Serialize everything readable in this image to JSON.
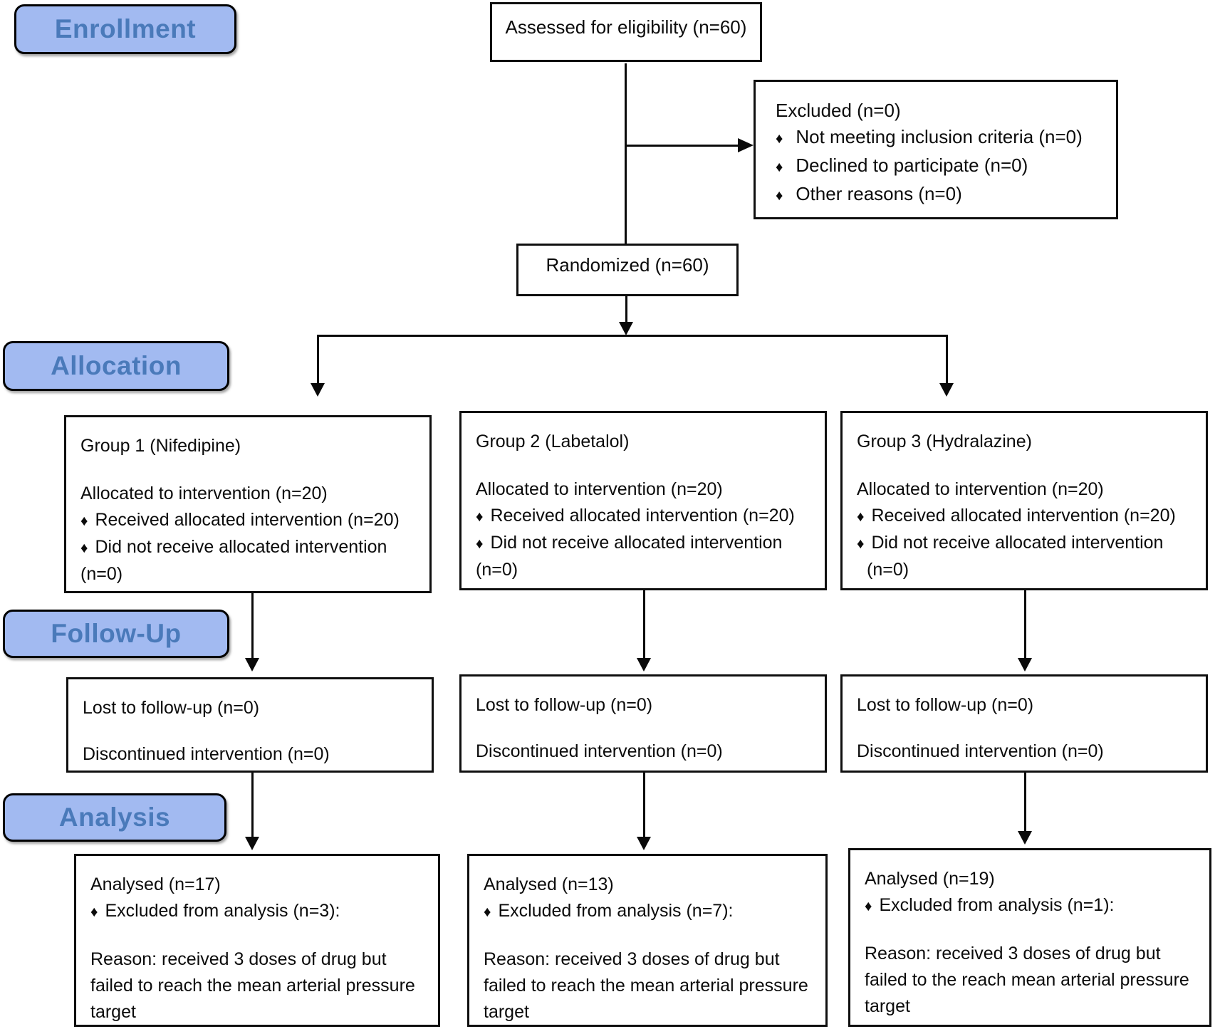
{
  "bullet": "♦",
  "stage_labels": {
    "enrollment": "Enrollment",
    "allocation": "Allocation",
    "followup": "Follow-Up",
    "analysis": "Analysis"
  },
  "assessed": {
    "text": "Assessed for eligibility (n=60)"
  },
  "excluded": {
    "title": "Excluded (n=0)",
    "items": [
      "Not meeting inclusion criteria (n=0)",
      "Declined to participate (n=0)",
      "Other reasons (n=0)"
    ]
  },
  "randomized": {
    "text": "Randomized (n=60)"
  },
  "groups": [
    {
      "title": "Group 1 (Nifedipine)",
      "allocated": "Allocated to intervention (n=20)",
      "received": "Received allocated intervention (n=20)",
      "not_received": "Did not receive allocated intervention",
      "not_received_n": "(n=0)"
    },
    {
      "title": "Group 2 (Labetalol)",
      "allocated": "Allocated to intervention (n=20)",
      "received": "Received allocated intervention (n=20)",
      "not_received": "Did not receive allocated intervention",
      "not_received_n": "(n=0)"
    },
    {
      "title": "Group 3 (Hydralazine)",
      "allocated": "Allocated to intervention (n=20)",
      "received": "Received allocated intervention (n=20)",
      "not_received": "Did not receive allocated intervention",
      "not_received_n": "(n=0)"
    }
  ],
  "followup_boxes": [
    {
      "lost": "Lost to follow-up (n=0)",
      "discontinued": "Discontinued intervention (n=0)"
    },
    {
      "lost": "Lost to follow-up (n=0)",
      "discontinued": "Discontinued intervention (n=0)"
    },
    {
      "lost": "Lost to follow-up (n=0)",
      "discontinued": "Discontinued intervention (n=0)"
    }
  ],
  "analysis_boxes": [
    {
      "analysed": "Analysed (n=17)",
      "excluded": "Excluded from analysis (n=3):",
      "reason": "Reason: received 3 doses of drug but failed to reach the mean arterial pressure target"
    },
    {
      "analysed": "Analysed (n=13)",
      "excluded": "Excluded from analysis (n=7):",
      "reason": "Reason: received 3 doses of drug but failed to reach the mean arterial pressure target"
    },
    {
      "analysed": "Analysed (n=19)",
      "excluded": "Excluded from analysis (n=1):",
      "reason": "Reason: received 3 doses of drug but failed to the reach mean arterial pressure target"
    }
  ],
  "colors": {
    "label_fill": "#a2baf1",
    "label_text": "#4a7aba",
    "line": "#0a0a0a",
    "box_border": "#0f0f0f",
    "background": "#ffffff"
  }
}
